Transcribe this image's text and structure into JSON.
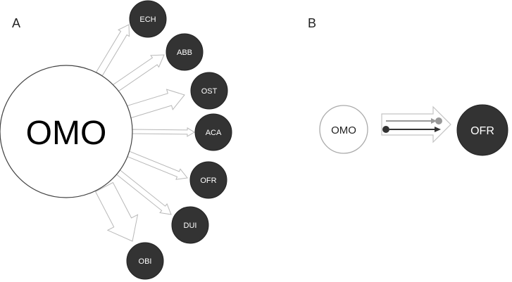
{
  "panels": {
    "a": {
      "label": "A",
      "center": "OMO",
      "targets": [
        "ECH",
        "ABB",
        "OST",
        "ACA",
        "OFR",
        "DUI",
        "OBI"
      ]
    },
    "b": {
      "label": "B",
      "source": "OMO",
      "target": "OFR",
      "colors": {
        "gray_series": "#999999",
        "dark_series": "#333333"
      }
    }
  }
}
